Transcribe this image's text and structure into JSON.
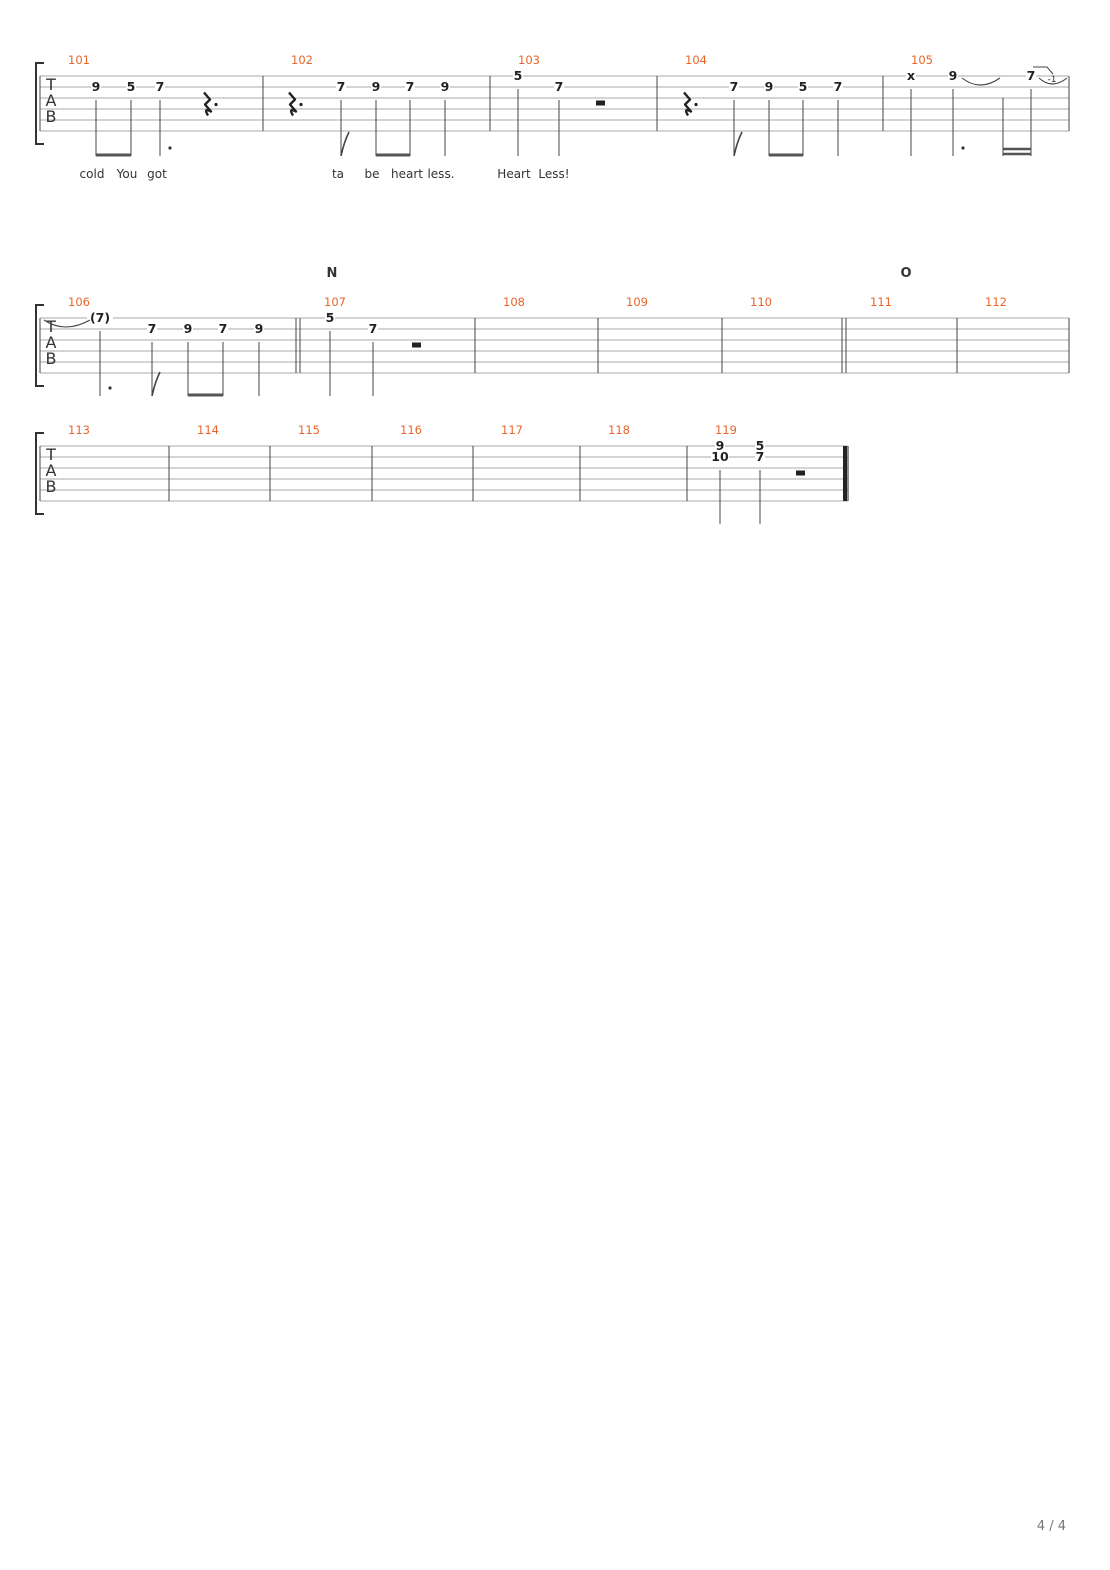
{
  "tab_label": [
    "T",
    "A",
    "B"
  ],
  "page_number": "4 / 4",
  "systems": [
    {
      "sections": [],
      "measures": [
        {
          "number": "101",
          "notes": [
            {
              "string": 2,
              "fret": "9",
              "stem": "eighth-beam"
            },
            {
              "string": 2,
              "fret": "5",
              "stem": "eighth-beam"
            },
            {
              "string": 2,
              "fret": "7",
              "stem": "dotted-quarter"
            }
          ],
          "rests": [
            "dotted-quarter"
          ]
        },
        {
          "number": "102",
          "notes": [
            {
              "string": 2,
              "fret": "7",
              "stem": "eighth-flag"
            },
            {
              "string": 2,
              "fret": "9",
              "stem": "eighth-beam"
            },
            {
              "string": 2,
              "fret": "7",
              "stem": "eighth-beam"
            },
            {
              "string": 2,
              "fret": "9",
              "stem": "quarter"
            }
          ],
          "rests": [
            "dotted-quarter"
          ]
        },
        {
          "number": "103",
          "notes": [
            {
              "string": 1,
              "fret": "5",
              "stem": "quarter"
            },
            {
              "string": 2,
              "fret": "7",
              "stem": "quarter"
            }
          ],
          "rests": [
            "half"
          ]
        },
        {
          "number": "104",
          "notes": [
            {
              "string": 2,
              "fret": "7",
              "stem": "eighth-flag"
            },
            {
              "string": 2,
              "fret": "9",
              "stem": "eighth-beam"
            },
            {
              "string": 2,
              "fret": "5",
              "stem": "eighth-beam"
            },
            {
              "string": 2,
              "fret": "7",
              "stem": "quarter"
            }
          ],
          "rests": [
            "dotted-quarter"
          ]
        },
        {
          "number": "105",
          "notes": [
            {
              "string": 1,
              "fret": "x",
              "stem": "quarter"
            },
            {
              "string": 1,
              "fret": "9",
              "stem": "dotted-quarter"
            },
            {
              "string": 1,
              "fret": "7",
              "stem": "sixteenth"
            }
          ],
          "rests": [],
          "bend": "-1"
        }
      ],
      "lyrics": [
        "cold",
        "You",
        "got",
        "ta",
        "be",
        "heart",
        "less.",
        "Heart",
        "Less!"
      ]
    },
    {
      "sections": [
        "N",
        "O"
      ],
      "measures": [
        {
          "number": "106",
          "notes": [
            {
              "string": 1,
              "fret": "(7)",
              "stem": "dotted-quarter"
            },
            {
              "string": 2,
              "fret": "7",
              "stem": "eighth-flag"
            },
            {
              "string": 2,
              "fret": "9",
              "stem": "eighth-beam"
            },
            {
              "string": 2,
              "fret": "7",
              "stem": "eighth-beam"
            },
            {
              "string": 2,
              "fret": "9",
              "stem": "quarter"
            }
          ],
          "rests": []
        },
        {
          "number": "107",
          "notes": [
            {
              "string": 1,
              "fret": "5",
              "stem": "quarter"
            },
            {
              "string": 2,
              "fret": "7",
              "stem": "quarter"
            }
          ],
          "rests": [
            "half"
          ]
        },
        {
          "number": "108",
          "notes": [],
          "rests": []
        },
        {
          "number": "109",
          "notes": [],
          "rests": []
        },
        {
          "number": "110",
          "notes": [],
          "rests": []
        },
        {
          "number": "111",
          "notes": [],
          "rests": []
        },
        {
          "number": "112",
          "notes": [],
          "rests": []
        }
      ],
      "lyrics": []
    },
    {
      "sections": [],
      "measures": [
        {
          "number": "113",
          "notes": [],
          "rests": []
        },
        {
          "number": "114",
          "notes": [],
          "rests": []
        },
        {
          "number": "115",
          "notes": [],
          "rests": []
        },
        {
          "number": "116",
          "notes": [],
          "rests": []
        },
        {
          "number": "117",
          "notes": [],
          "rests": []
        },
        {
          "number": "118",
          "notes": [],
          "rests": []
        },
        {
          "number": "119",
          "notes": [
            {
              "string": 1,
              "fret": "9",
              "stem": "quarter",
              "chord_with": "10"
            },
            {
              "string": 2,
              "fret": "10",
              "stem": "chord"
            },
            {
              "string": 1,
              "fret": "5",
              "stem": "quarter",
              "chord_with": "7"
            },
            {
              "string": 2,
              "fret": "7",
              "stem": "chord"
            }
          ],
          "rests": [
            "half"
          ]
        }
      ],
      "lyrics": []
    }
  ]
}
